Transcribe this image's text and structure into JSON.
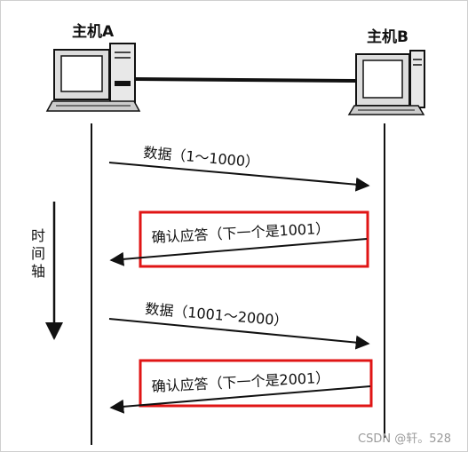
{
  "hosts": {
    "a": {
      "label": "主机A"
    },
    "b": {
      "label": "主机B"
    }
  },
  "time_axis": {
    "chars": [
      "时",
      "间",
      "轴"
    ]
  },
  "messages": [
    {
      "text": "数据（1～1000）",
      "direction": "A-to-B",
      "highlighted": false
    },
    {
      "text": "确认应答（下一个是1001）",
      "direction": "B-to-A",
      "highlighted": true
    },
    {
      "text": "数据（1001～2000）",
      "direction": "A-to-B",
      "highlighted": false
    },
    {
      "text": "确认应答（下一个是2001）",
      "direction": "B-to-A",
      "highlighted": true
    }
  ],
  "watermark": "CSDN @轩。528",
  "colors": {
    "highlight": "#e01515",
    "line": "#111111"
  }
}
